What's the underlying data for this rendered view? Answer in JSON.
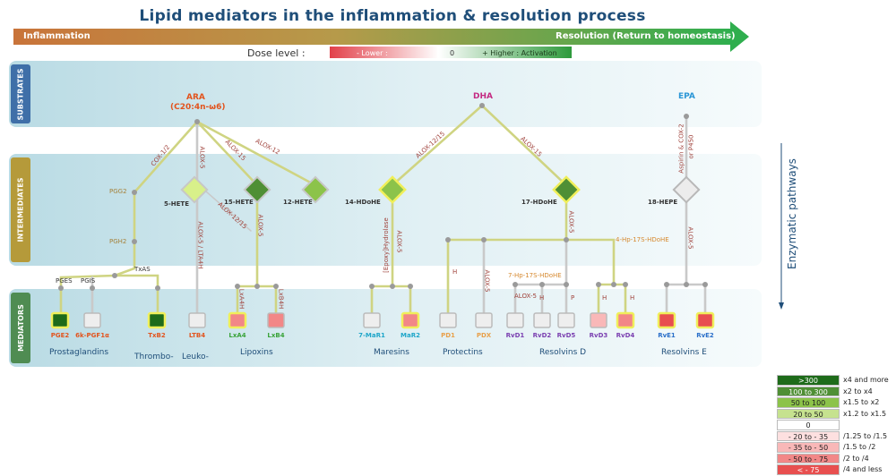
{
  "title": "Lipid mediators in the inflammation & resolution process",
  "progress_bar": {
    "left_label": "Inflammation",
    "right_label": "Resolution (Return to homeostasis)"
  },
  "dose": {
    "label": "Dose level :",
    "lower": "- Lower :",
    "zero": "0",
    "higher": "+ Higher : Activation"
  },
  "bands": {
    "substrates": "SUBSTRATES",
    "intermediates": "INTERMEDIATES",
    "mediators": "MEDIATORS"
  },
  "side_label": "Enzymatic pathways",
  "substrates": {
    "ara": "ARA",
    "ara_sub": "(C20:4n-ω6)",
    "dha": "DHA",
    "epa": "EPA"
  },
  "intermediates": {
    "hete5": "5-HETE",
    "hete15": "15-HETE",
    "hete12": "12-HETE",
    "hdohe14": "14-HDoHE",
    "hdohe17": "17-HDoHE",
    "hepe18": "18-HEPE",
    "pgg2": "PGG2",
    "pgh2": "PGH2",
    "hp7": "7-Hp-17S-HDoHE",
    "hp4": "4-Hp-17S-HDoHE"
  },
  "enzymes": {
    "cox12": "COX-1/2",
    "alox5_a": "ALOX-5",
    "alox15_a": "ALOX-15",
    "alox12_a": "ALOX-12",
    "alox1215_d": "ALOX-12/15",
    "alox15_d": "ALOX-15",
    "aspirin": "Aspirin & COX-2",
    "p450": "or P450",
    "alox1215_b": "ALOX-12/15",
    "alox5_b": "ALOX-5",
    "alox5_lta4h": "ALOX-5 / LTA4H",
    "epoxy": "[Epoxy]Hydrolase",
    "alox5_c": "ALOX-5",
    "alox5_d": "ALOX-5",
    "alox5_e": "ALOX-5",
    "alox5_f": "ALOX-5",
    "alox5_g": "ALOX-5",
    "txas": "TxAS",
    "pges": "PGES",
    "pgis": "PGIS",
    "lxa4h": "LxA4H",
    "lxb4h": "LxB4H",
    "hyd1": "H",
    "hyd2": "H",
    "per": "P",
    "hyd3": "H",
    "hyd4": "H"
  },
  "mediators": {
    "pge2": "PGE2",
    "pgf1a": "6k-PGF1α",
    "txb2": "TxB2",
    "ltb4": "LTB4",
    "lxa4": "LxA4",
    "lxb4": "LxB4",
    "mar1": "7-MaR1",
    "mar2": "MaR2",
    "pd1": "PD1",
    "pdx": "PDX",
    "rvd1": "RvD1",
    "rvd2": "RvD2",
    "rvd5": "RvD5",
    "rvd3": "RvD3",
    "rvd4": "RvD4",
    "rve1": "RvE1",
    "rve2": "RvE2"
  },
  "families": {
    "prostaglandins": "Prostaglandins",
    "thrombo": "Thrombo-",
    "leuko": "Leuko-",
    "lipoxins": "Lipoxins",
    "maresins": "Maresins",
    "protectins": "Protectins",
    "resolvins_d": "Resolvins D",
    "resolvins_e": "Resolvins E"
  },
  "legend": [
    {
      "range": ">300",
      "desc": "x4 and more",
      "color": "#1e6b1a",
      "text_color": "#ffffff"
    },
    {
      "range": "100 to 300",
      "desc": "x2 to x4",
      "color": "#4f8f35",
      "text_color": "#ffffff"
    },
    {
      "range": "50 to 100",
      "desc": "x1.5 to x2",
      "color": "#8cc34a",
      "text_color": "#222222"
    },
    {
      "range": "20 to 50",
      "desc": "x1.2 to x1.5",
      "color": "#c6e28f",
      "text_color": "#222222"
    },
    {
      "range": "0",
      "desc": "",
      "color": "#ffffff",
      "text_color": "#222222"
    },
    {
      "range": "- 20 to - 35",
      "desc": "/1.25 to /1.5",
      "color": "#fde0e0",
      "text_color": "#222222"
    },
    {
      "range": "- 35 to - 50",
      "desc": "/1.5 to /2",
      "color": "#f9b8b8",
      "text_color": "#222222"
    },
    {
      "range": "- 50 to - 75",
      "desc": "/2 to /4",
      "color": "#f28787",
      "text_color": "#222222"
    },
    {
      "range": "< - 75",
      "desc": "/4 and less",
      "color": "#e84f4f",
      "text_color": "#ffffff"
    }
  ]
}
